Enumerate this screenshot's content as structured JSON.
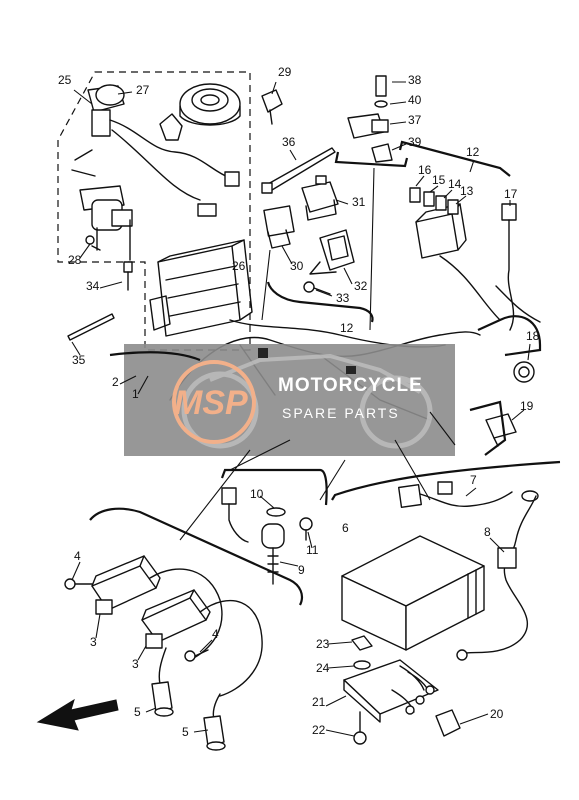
{
  "diagram": {
    "callouts": [
      "1",
      "2",
      "3",
      "4",
      "5",
      "6",
      "7",
      "8",
      "9",
      "10",
      "11",
      "12",
      "13",
      "14",
      "15",
      "16",
      "17",
      "18",
      "19",
      "20",
      "21",
      "22",
      "23",
      "24",
      "25",
      "26",
      "27",
      "28",
      "29",
      "30",
      "31",
      "32",
      "33",
      "34",
      "35",
      "36",
      "37",
      "38",
      "39",
      "40"
    ]
  },
  "watermark": {
    "logo_text": "MSP",
    "line1": "MOTORCYCLE",
    "line2": "SPARE PARTS",
    "bg_color": "#8c8c8c",
    "logo_color": "#f2b08a"
  },
  "direction_arrow": "arrow-left-icon"
}
